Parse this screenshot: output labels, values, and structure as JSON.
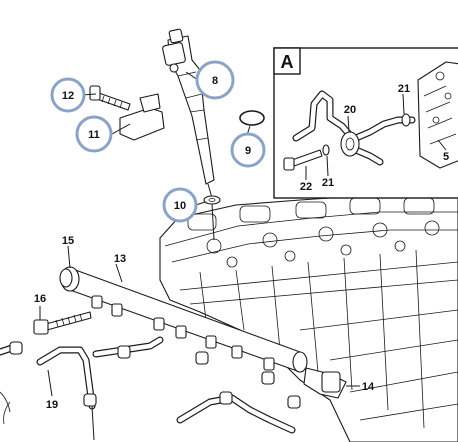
{
  "inset": {
    "title": "A",
    "labels": {
      "p21a": "21",
      "p20": "20",
      "p22": "22",
      "p21b": "21",
      "p5": "5"
    }
  },
  "callouts": {
    "c12": "12",
    "c8": "8",
    "c11": "11",
    "c9": "9",
    "c10": "10"
  },
  "labels": {
    "l15": "15",
    "l13": "13",
    "l16": "16",
    "l14": "14",
    "l19": "19"
  },
  "colors": {
    "callout_ring": "#8aa4c8",
    "line": "#1a1a1a"
  }
}
